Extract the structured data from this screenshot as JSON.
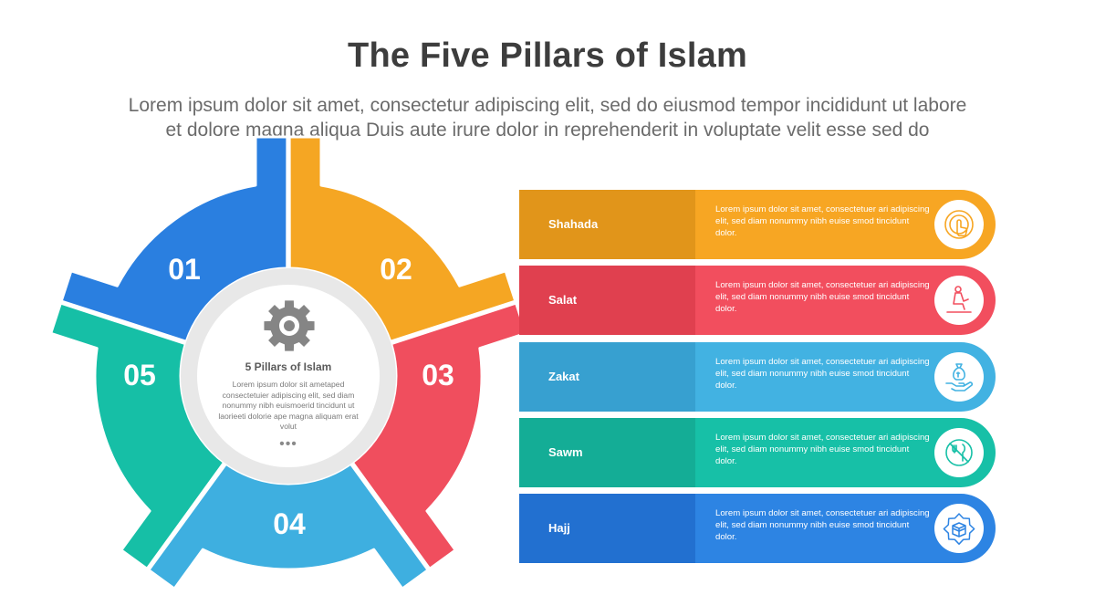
{
  "header": {
    "title": "The Five Pillars of Islam",
    "subtitle_line1": "Lorem ipsum dolor sit amet, consectetur adipiscing elit, sed do eiusmod tempor incididunt ut labore",
    "subtitle_line2": "et dolore magna aliqua Duis aute irure dolor in reprehenderit in voluptate velit esse sed do"
  },
  "center": {
    "title": "5 Pillars of Islam",
    "description": "Lorem ipsum dolor sit ametaped consectetuier adipiscing elit, sed diam nonummy nibh euismoerid tincidunt ut laorieeti dolorie ape magna aliquam erat volut",
    "dots": "•••"
  },
  "segments": [
    {
      "number": "01",
      "color": "#F5A623"
    },
    {
      "number": "02",
      "color": "#F04E5E"
    },
    {
      "number": "03",
      "color": "#3EAFE0"
    },
    {
      "number": "04",
      "color": "#16BFA6"
    },
    {
      "number": "05",
      "color": "#2A7FE0"
    }
  ],
  "pillars": [
    {
      "name": "Shahada",
      "description": "Lorem ipsum dolor sit amet, consectetuer ari adipiscing elit, sed diam nonummy nibh euise smod tincidunt  dolor.",
      "icon": "finger-tap-icon",
      "color_dark": "#E1951A",
      "color_light": "#F7A623"
    },
    {
      "name": "Salat",
      "description": "Lorem ipsum dolor sit amet, consectetuer ari adipiscing elit, sed diam nonummy nibh euise smod tincidunt  dolor.",
      "icon": "prayer-icon",
      "color_dark": "#E0404F",
      "color_light": "#F24E5E"
    },
    {
      "name": "Zakat",
      "description": "Lorem ipsum dolor sit amet, consectetuer ari adipiscing elit, sed diam nonummy nibh euise smod tincidunt  dolor.",
      "icon": "charity-hand-icon",
      "color_dark": "#37A0D0",
      "color_light": "#42B2E2"
    },
    {
      "name": "Sawm",
      "description": "Lorem ipsum dolor sit amet, consectetuer ari adipiscing elit, sed diam nonummy nibh euise smod tincidunt  dolor.",
      "icon": "no-food-icon",
      "color_dark": "#14AD96",
      "color_light": "#17C0A7"
    },
    {
      "name": "Hajj",
      "description": "Lorem ipsum dolor sit amet, consectetuer ari adipiscing elit, sed diam nonummy nibh euise smod tincidunt  dolor.",
      "icon": "kaaba-icon",
      "color_dark": "#2270D0",
      "color_light": "#2D84E3"
    }
  ]
}
